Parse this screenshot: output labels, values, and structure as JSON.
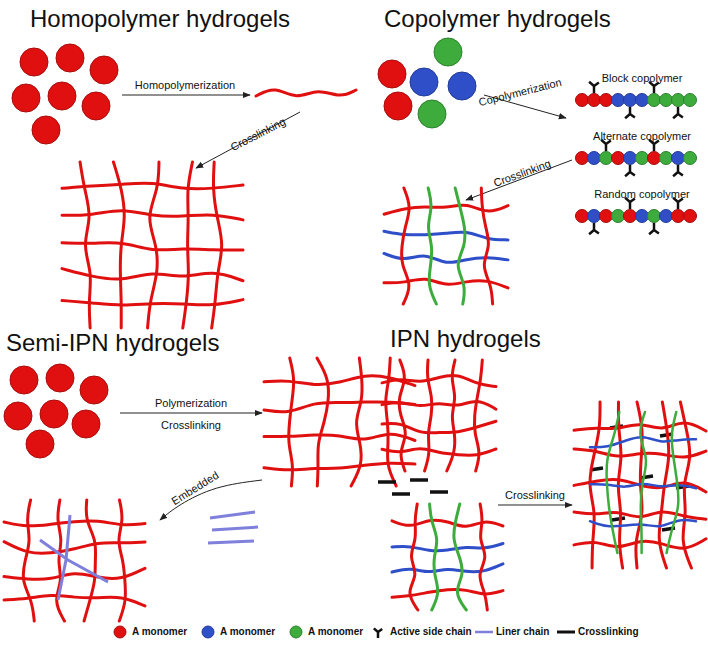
{
  "diagram": {
    "labels": [
      "Homopolymer hydrogels",
      "Copolymer hydrogels",
      "Homopolymerization",
      "Copolymerization",
      "Block copolymer",
      "Crosslinking",
      "Alternate copolymer",
      "Crosslinking",
      "Random copolymer",
      "Semi-IPN hydrogels",
      "IPN hydrogels",
      "Polymerization",
      "Crosslinking",
      "Embedded",
      "Crosslinking"
    ],
    "legend": [
      {
        "text": "A monomer",
        "color": "#e01010"
      },
      {
        "text": "A monomer",
        "color": "#2f4fc8"
      },
      {
        "text": "A monomer",
        "color": "#3dac3d"
      },
      {
        "text": "Active side chain"
      },
      {
        "text": "Liner chain"
      },
      {
        "text": "Crosslinking"
      }
    ]
  }
}
